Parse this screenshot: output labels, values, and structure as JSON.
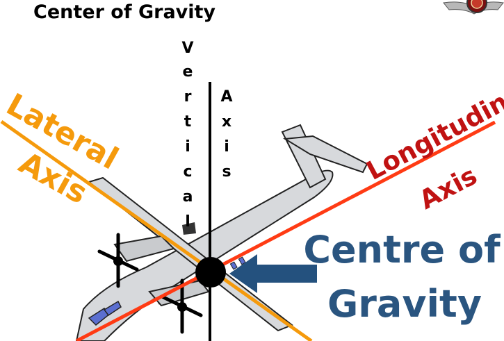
{
  "title": "Center of Gravity",
  "vertical_axis": {
    "word1": [
      "V",
      "e",
      "r",
      "t",
      "i",
      "c",
      "a",
      "l"
    ],
    "word2": [
      "A",
      "x",
      "i",
      "s"
    ],
    "line_color": "#000000"
  },
  "lateral_axis": {
    "line1": "Lateral",
    "line2": "Axis",
    "color": "#f59a0c"
  },
  "longitudinal_axis": {
    "line1": "Longitudinal",
    "line2": "Axis",
    "color": "#c01212",
    "line_color": "#ff3b14"
  },
  "centre_label": {
    "line1": "Centre of",
    "line2": "Gravity",
    "color": "#2a5580"
  },
  "icons": [
    "wings-badge-icon",
    "airplane-icon",
    "arrow-left-icon"
  ]
}
